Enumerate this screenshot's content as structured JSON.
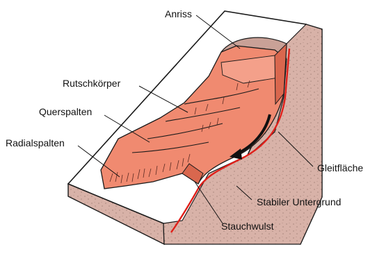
{
  "labels": {
    "anriss": "Anriss",
    "rutschkoerper": "Rutschkörper",
    "querspalten": "Querspalten",
    "radialspalten": "Radialspalten",
    "gleitflaeche": "Gleitfläche",
    "stabiler_untergrund": "Stabiler Untergrund",
    "stauchwulst": "Stauchwulst"
  },
  "colors": {
    "slide_body": "#f08a70",
    "slide_body_dark": "#d9674e",
    "block_top": "#ffffff",
    "block_side": "#d8b2a8",
    "slip_surface": "#e0201a",
    "outline": "#1a1a1a"
  }
}
